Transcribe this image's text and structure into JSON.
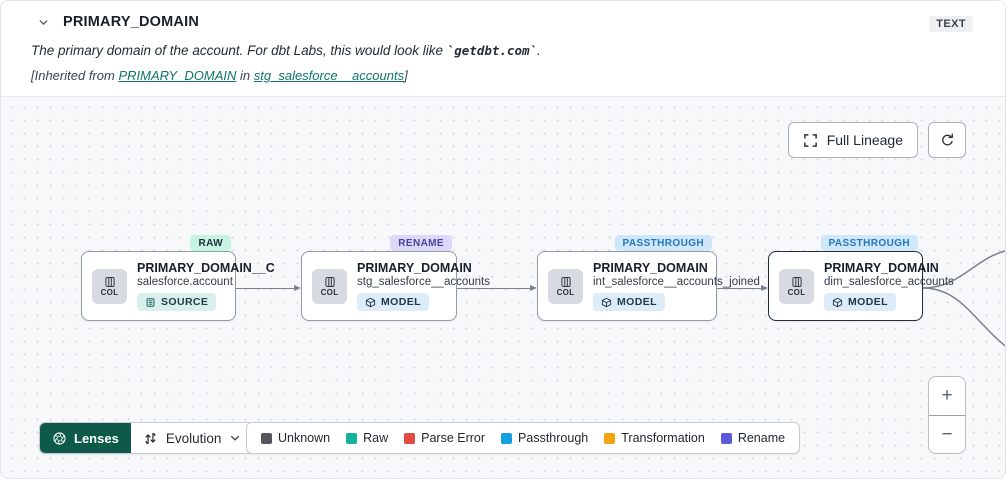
{
  "header": {
    "title": "PRIMARY_DOMAIN",
    "type_badge": "TEXT",
    "description": {
      "prefix": "The primary domain of the account. For dbt Labs, this would look like ",
      "code": "`getdbt.com`",
      "suffix": "."
    },
    "inherited": {
      "prefix": "[Inherited from ",
      "link_column": "PRIMARY_DOMAIN",
      "middle": " in ",
      "link_model": "stg_salesforce__accounts",
      "suffix": "]"
    }
  },
  "canvas": {
    "full_lineage_button": "Full Lineage",
    "zoom_in": "+",
    "zoom_out": "−"
  },
  "nodes": [
    {
      "tag": "RAW",
      "title": "PRIMARY_DOMAIN__C",
      "subtitle": "salesforce.account",
      "resource_type": "SOURCE",
      "col_label": "COL"
    },
    {
      "tag": "RENAME",
      "title": "PRIMARY_DOMAIN",
      "subtitle": "stg_salesforce__accounts",
      "resource_type": "MODEL",
      "col_label": "COL"
    },
    {
      "tag": "PASSTHROUGH",
      "title": "PRIMARY_DOMAIN",
      "subtitle": "int_salesforce__accounts_joined",
      "resource_type": "MODEL",
      "col_label": "COL"
    },
    {
      "tag": "PASSTHROUGH",
      "title": "PRIMARY_DOMAIN",
      "subtitle": "dim_salesforce_accounts",
      "resource_type": "MODEL",
      "col_label": "COL"
    }
  ],
  "footer": {
    "lenses_label": "Lenses",
    "lens_selected": "Evolution",
    "legend": [
      {
        "label": "Unknown",
        "color": "#55565c"
      },
      {
        "label": "Raw",
        "color": "#13b29a"
      },
      {
        "label": "Parse Error",
        "color": "#e04b43"
      },
      {
        "label": "Passthrough",
        "color": "#14a0dc"
      },
      {
        "label": "Transformation",
        "color": "#f2a30f"
      },
      {
        "label": "Rename",
        "color": "#5c58d9"
      }
    ]
  },
  "colors": {
    "link_teal": "#0f7569",
    "lenses_bg": "#0d5a4a",
    "tag_raw_bg": "#c7f3e2",
    "tag_rename_bg": "#dcd8f9",
    "tag_passthrough_bg": "#cfe7fa",
    "node_border": "#939ca8",
    "node_selected_border": "#232c38",
    "edge": "#7a828e",
    "canvas_bg": "#f7f8fa"
  }
}
